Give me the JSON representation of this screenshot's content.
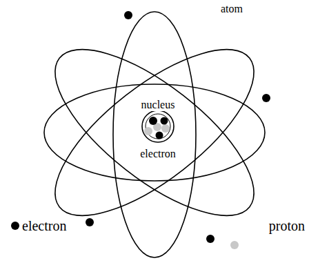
{
  "diagram": {
    "labels": [
      "atom",
      "nucleus",
      "electron"
    ],
    "legend": [
      {
        "text": "electron",
        "color": "#000000"
      },
      {
        "text": "proton",
        "color": "#c8c8c8"
      }
    ]
  }
}
